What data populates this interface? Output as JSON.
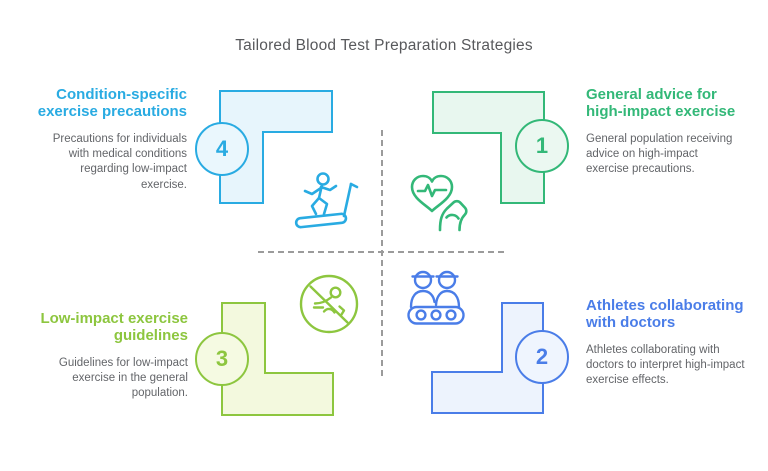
{
  "title": "Tailored Blood Test Preparation Strategies",
  "divider": {
    "style": "dashed-cross",
    "color": "#9B9B9B"
  },
  "quadrants": {
    "top_left": {
      "number": "4",
      "heading": "Condition-specific exercise precautions",
      "body": "Precautions for individuals with medical conditions regarding low-impact exercise.",
      "accent_color": "#29ABE2",
      "icon": "treadmill-runner-icon"
    },
    "top_right": {
      "number": "1",
      "heading": "General advice for high-impact exercise",
      "body": "General population receiving advice on high-impact exercise precautions.",
      "accent_color": "#33B878",
      "icon": "heart-pulse-bicep-icon"
    },
    "bottom_left": {
      "number": "3",
      "heading": "Low-impact exercise guidelines",
      "body": "Guidelines for low-impact exercise in the general population.",
      "accent_color": "#8DC63F",
      "icon": "no-floor-exercise-icon"
    },
    "bottom_right": {
      "number": "2",
      "heading": "Athletes collaborating with doctors",
      "body": "Athletes collaborating with doctors to interpret high-impact exercise effects.",
      "accent_color": "#4A7DE8",
      "icon": "doctors-collaboration-icon"
    }
  }
}
